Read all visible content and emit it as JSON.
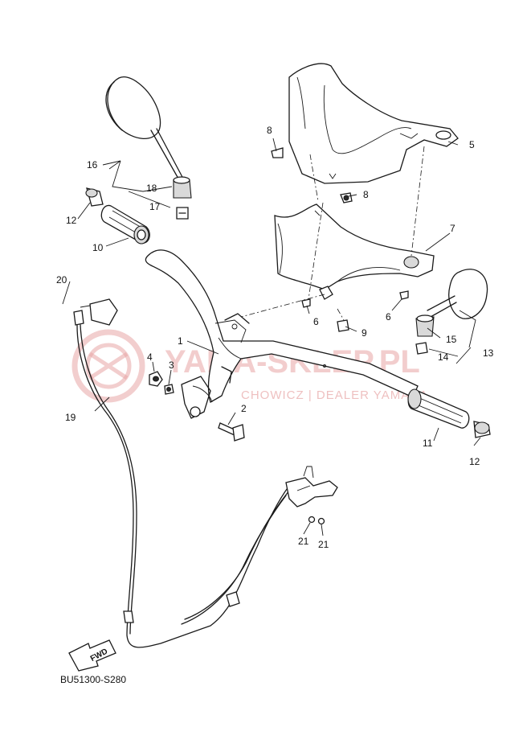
{
  "diagram": {
    "code": "BU51300-S280",
    "fwd_label": "FWD",
    "watermark": {
      "title": "YAMA-SKLEP.PL",
      "subtitle": "CHOWICZ | DEALER YAMAHA"
    },
    "callouts": [
      {
        "id": "c1",
        "label": "1"
      },
      {
        "id": "c2",
        "label": "2"
      },
      {
        "id": "c3",
        "label": "3"
      },
      {
        "id": "c4",
        "label": "4"
      },
      {
        "id": "c5",
        "label": "5"
      },
      {
        "id": "c6a",
        "label": "6"
      },
      {
        "id": "c6b",
        "label": "6"
      },
      {
        "id": "c7",
        "label": "7"
      },
      {
        "id": "c8a",
        "label": "8"
      },
      {
        "id": "c8b",
        "label": "8"
      },
      {
        "id": "c9",
        "label": "9"
      },
      {
        "id": "c10",
        "label": "10"
      },
      {
        "id": "c11",
        "label": "11"
      },
      {
        "id": "c12a",
        "label": "12"
      },
      {
        "id": "c12b",
        "label": "12"
      },
      {
        "id": "c13",
        "label": "13"
      },
      {
        "id": "c14",
        "label": "14"
      },
      {
        "id": "c15",
        "label": "15"
      },
      {
        "id": "c16",
        "label": "16"
      },
      {
        "id": "c17",
        "label": "17"
      },
      {
        "id": "c18",
        "label": "18"
      },
      {
        "id": "c19",
        "label": "19"
      },
      {
        "id": "c20",
        "label": "20"
      },
      {
        "id": "c21a",
        "label": "21"
      },
      {
        "id": "c21b",
        "label": "21"
      }
    ]
  }
}
